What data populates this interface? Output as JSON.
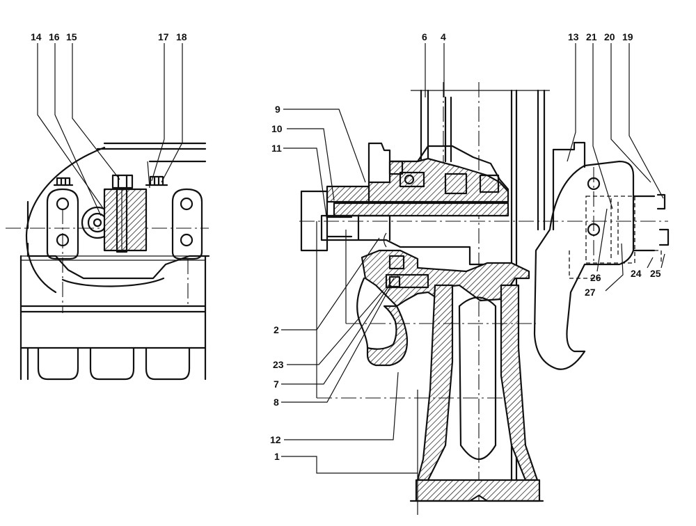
{
  "labels": {
    "l14": "14",
    "l16": "16",
    "l15": "15",
    "l17": "17",
    "l18": "18",
    "l6": "6",
    "l4": "4",
    "l13": "13",
    "l21": "21",
    "l20": "20",
    "l19": "19",
    "l9": "9",
    "l10": "10",
    "l11": "11",
    "l26": "26",
    "l24": "24",
    "l25": "25",
    "l27": "27",
    "l2": "2",
    "l23": "23",
    "l7": "7",
    "l8": "8",
    "l12": "12",
    "l1": "1"
  },
  "colors": {
    "ink": "#111111",
    "paper": "#ffffff"
  }
}
